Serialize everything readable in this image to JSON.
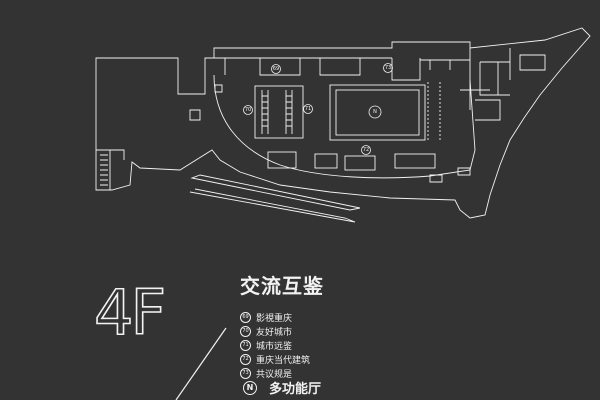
{
  "floor": {
    "number": "4F",
    "title": "交流互鉴"
  },
  "zones": [
    {
      "code": "69",
      "name": "影視重庆"
    },
    {
      "code": "70",
      "name": "友好城市"
    },
    {
      "code": "71",
      "name": "城市远鉴"
    },
    {
      "code": "72",
      "name": "重庆当代建筑"
    },
    {
      "code": "73",
      "name": "共议规是"
    }
  ],
  "hall": {
    "code": "N",
    "name": "多功能厅"
  },
  "colors": {
    "background": "#333333",
    "line": "#f2f2f2"
  }
}
